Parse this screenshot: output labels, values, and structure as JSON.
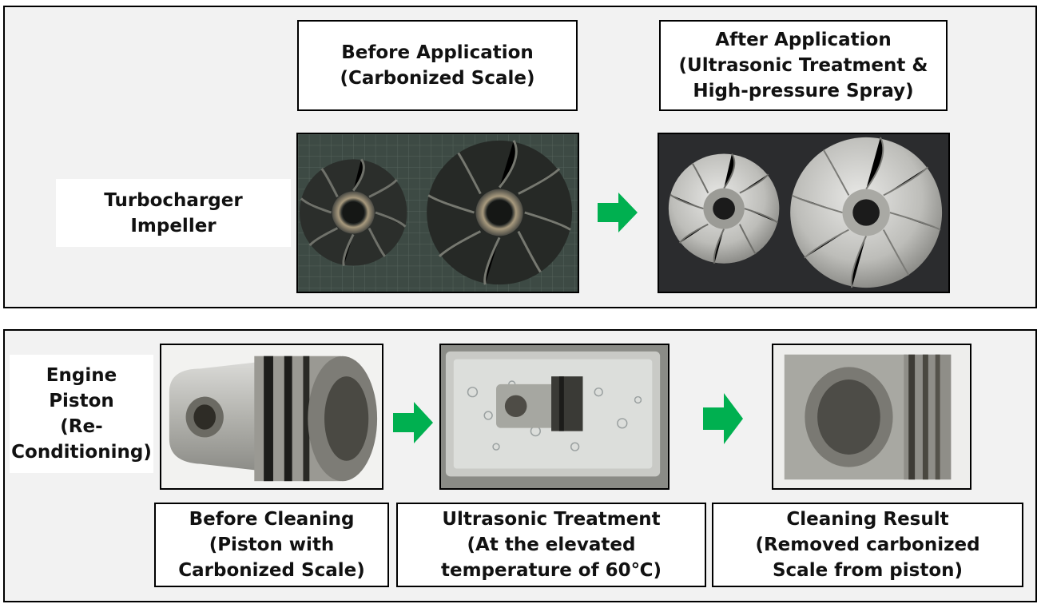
{
  "colors": {
    "panel_bg": "#f2f2f2",
    "arrow_green": "#00b050",
    "border": "#000000"
  },
  "turbocharger": {
    "label": "Turbocharger\nImpeller",
    "before_title": "Before Application\n(Carbonized Scale)",
    "after_title": "After Application\n(Ultrasonic Treatment &\nHigh-pressure Spray)"
  },
  "piston": {
    "label": "Engine\nPiston\n(Re-\nConditioning)",
    "before_caption": "Before Cleaning\n(Piston with\nCarbonized Scale)",
    "ultrasonic_caption": "Ultrasonic Treatment\n(At the elevated\ntemperature of 60℃)",
    "result_caption": "Cleaning Result\n(Removed carbonized\nScale from piston)"
  },
  "icons": {
    "arrow": "right-arrow-icon"
  }
}
